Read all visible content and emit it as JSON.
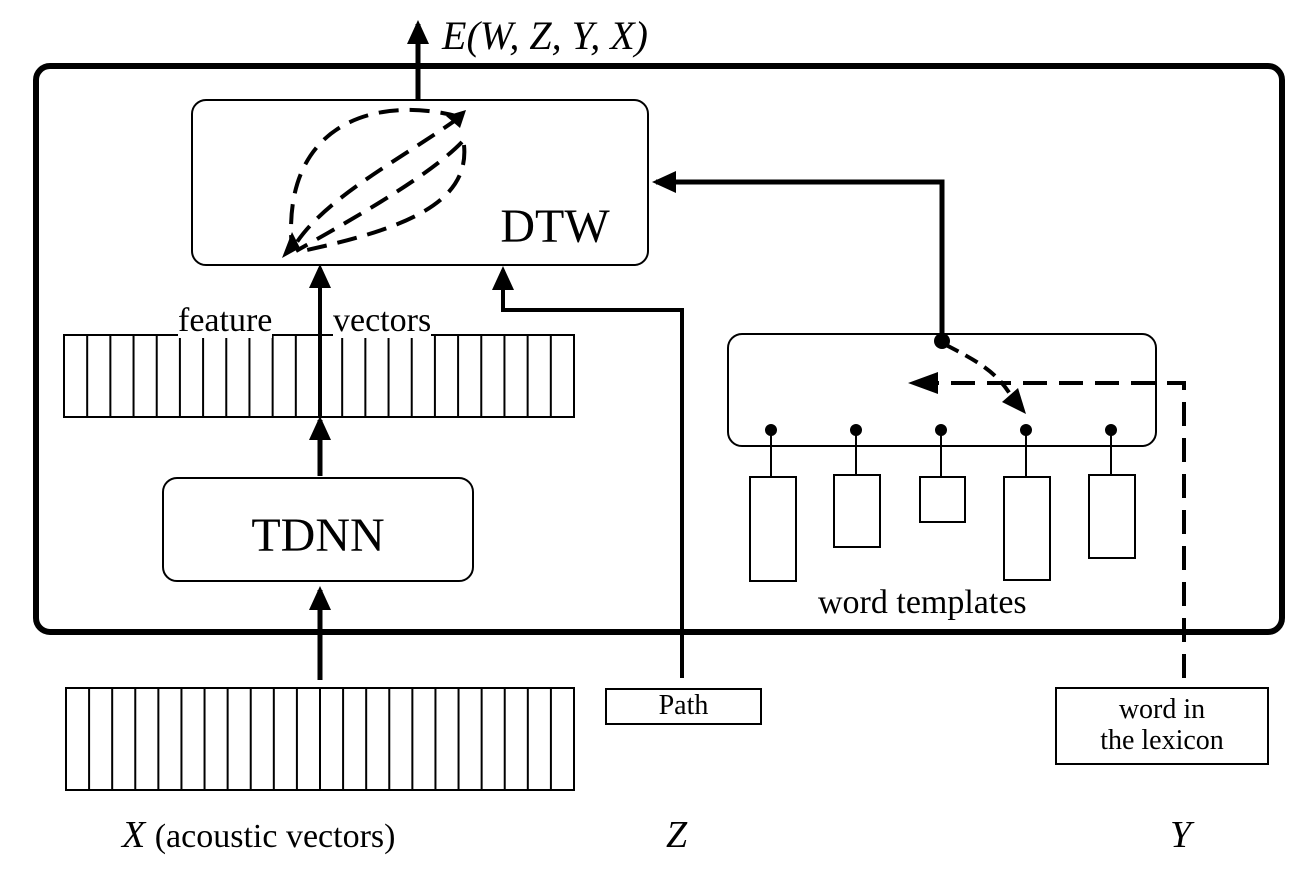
{
  "output_label": {
    "prefix": "E",
    "args": "(W, Z, Y, X)"
  },
  "modules": {
    "dtw": "DTW",
    "tdnn": "TDNN"
  },
  "labels": {
    "feature_vectors_1": "feature",
    "feature_vectors_2": "vectors",
    "word_templates": "word templates"
  },
  "inputs": {
    "path_box": "Path",
    "word_box_line1": "word in",
    "word_box_line2": "the lexicon"
  },
  "variables": {
    "x_symbol": "X",
    "x_desc": "(acoustic vectors)",
    "z_symbol": "Z",
    "y_symbol": "Y"
  }
}
